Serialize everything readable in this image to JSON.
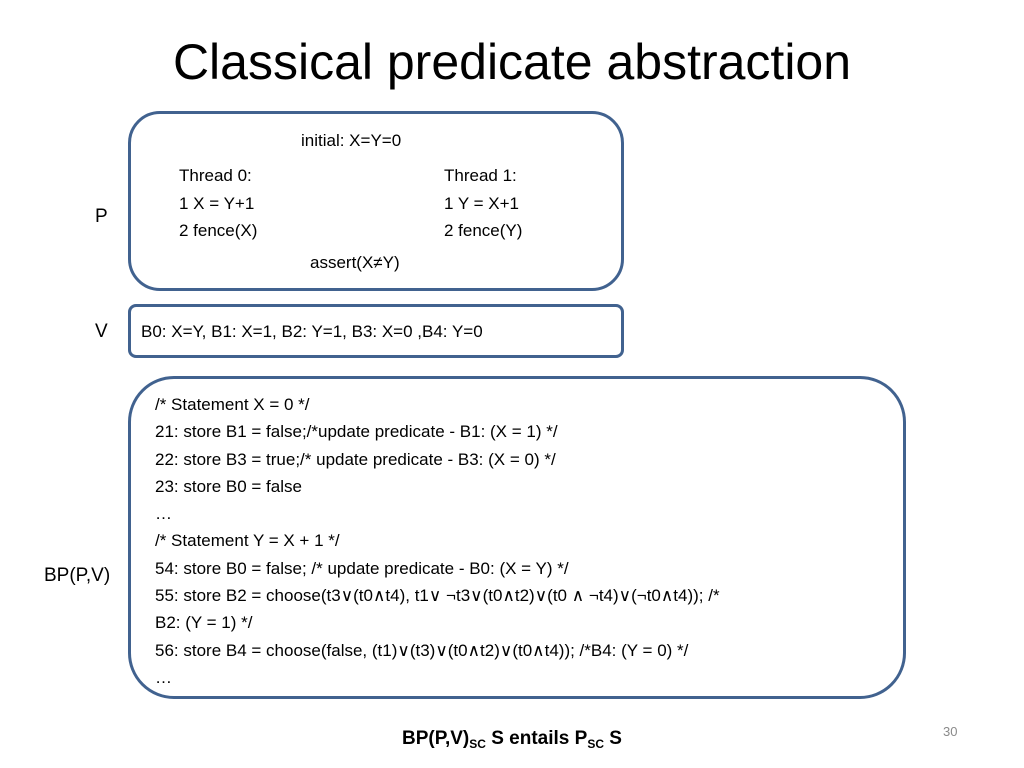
{
  "slide": {
    "title": "Classical predicate abstraction",
    "number": "30"
  },
  "labels": {
    "p": "P",
    "v": "V",
    "bp": "BP(P,V)"
  },
  "program": {
    "initial": "initial: X=Y=0",
    "thread0": {
      "header": "Thread 0:",
      "line1": "1 X = Y+1",
      "line2": "2 fence(X)"
    },
    "thread1": {
      "header": "Thread 1:",
      "line1": "1 Y = X+1",
      "line2": "2 fence(Y)"
    },
    "assert": "assert(X≠Y)"
  },
  "predicates": {
    "text": "B0: X=Y, B1: X=1, B2: Y=1, B3: X=0 ,B4: Y=0"
  },
  "boolean_program": {
    "lines": [
      "/* Statement X = 0 */",
      "21:   store B1 = false;/*update predicate - B1: (X = 1) */",
      "22:   store B3 = true;/* update predicate - B3: (X = 0) */",
      "23:   store B0 = false",
      "…",
      "/* Statement Y = X + 1 */",
      "54:   store B0 = false; /* update predicate - B0: (X = Y) */",
      "55:   store B2 = choose(t3∨(t0∧t4), t1∨ ¬t3∨(t0∧t2)∨(t0 ∧ ¬t4)∨(¬t0∧t4)); /*",
      "B2: (Y = 1) */",
      "56:   store B4 = choose(false, (t1)∨(t3)∨(t0∧t2)∨(t0∧t4)); /*B4: (Y = 0) */",
      "…"
    ]
  },
  "footer": {
    "open1": "",
    "bp": "BP(P,V)",
    "close1": "",
    "sc1": "SC",
    "op1": " ",
    "s1": " S entails ",
    "open2": "",
    "p": "P",
    "close2": "",
    "sc2": "SC",
    "op2": " ",
    "s2": " S"
  }
}
